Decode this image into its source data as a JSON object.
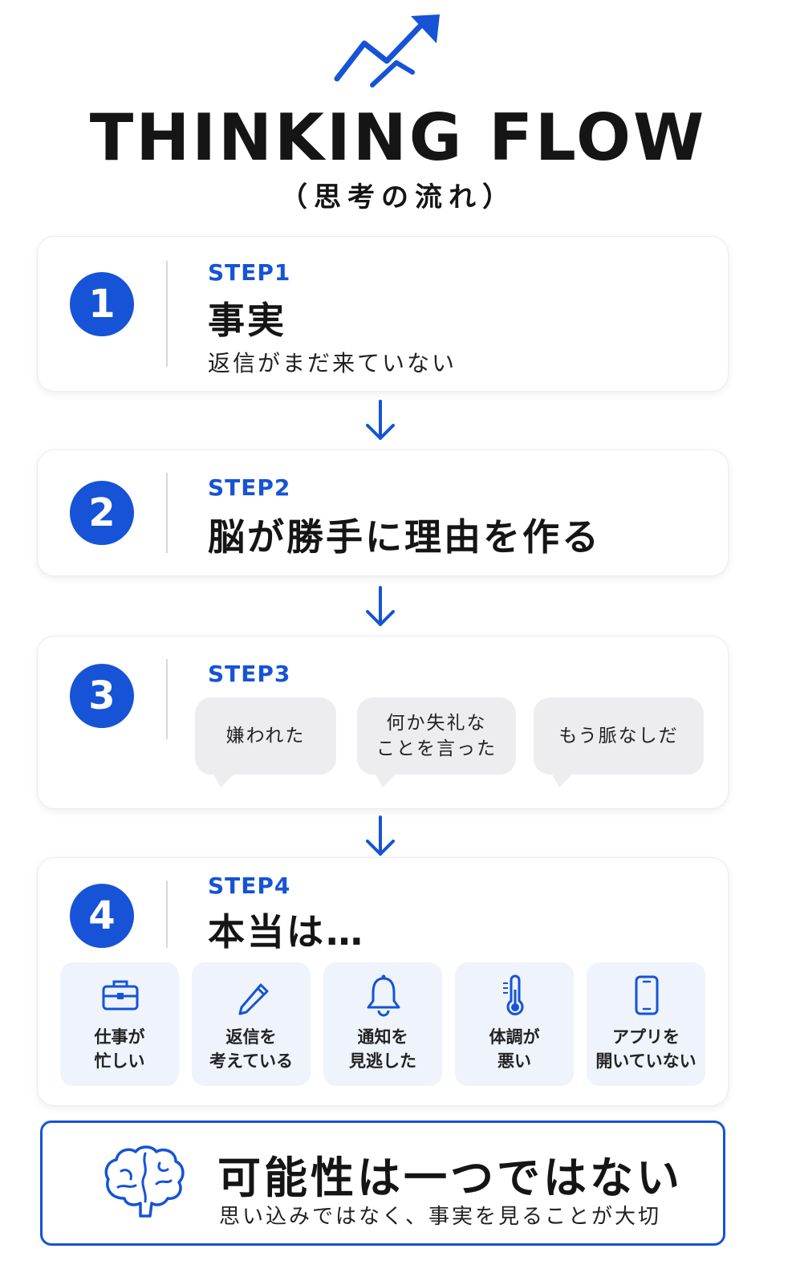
{
  "header": {
    "title": "THINKING FLOW",
    "subtitle": "（思考の流れ）",
    "icon": "trend-up-arrow-icon"
  },
  "accent_color": "#1653d6",
  "steps": [
    {
      "number": "1",
      "label": "STEP1",
      "heading": "事実",
      "text": "返信がまだ来ていない"
    },
    {
      "number": "2",
      "label": "STEP2",
      "heading": "脳が勝手に理由を作る"
    },
    {
      "number": "3",
      "label": "STEP3",
      "bubbles": [
        {
          "line1": "嫌われた"
        },
        {
          "line1": "何か失礼な",
          "line2": "ことを言った"
        },
        {
          "line1": "もう脈なしだ"
        }
      ]
    },
    {
      "number": "4",
      "label": "STEP4",
      "heading": "本当は…",
      "reasons": [
        {
          "icon": "briefcase-icon",
          "line1": "仕事が",
          "line2": "忙しい"
        },
        {
          "icon": "pencil-icon",
          "line1": "返信を",
          "line2": "考えている"
        },
        {
          "icon": "bell-icon",
          "line1": "通知を",
          "line2": "見逃した"
        },
        {
          "icon": "thermometer-icon",
          "line1": "体調が",
          "line2": "悪い"
        },
        {
          "icon": "smartphone-icon",
          "line1": "アプリを",
          "line2": "開いていない"
        }
      ]
    }
  ],
  "conclusion": {
    "icon": "brain-icon",
    "heading": "可能性は一つではない",
    "subtext": "思い込みではなく、事実を見ることが大切"
  }
}
